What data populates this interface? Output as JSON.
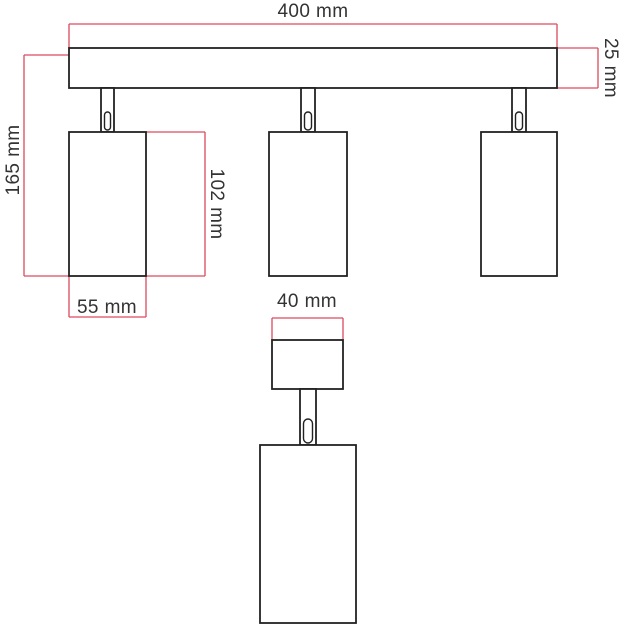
{
  "dimensions": {
    "overall_width": "400 mm",
    "bar_height": "25 mm",
    "overall_height": "165 mm",
    "shade_height": "102 mm",
    "shade_width": "55 mm",
    "mount_width": "40 mm"
  },
  "colors": {
    "dimension_line": "#dc4a5e",
    "outline": "#222222",
    "label": "#333333"
  }
}
